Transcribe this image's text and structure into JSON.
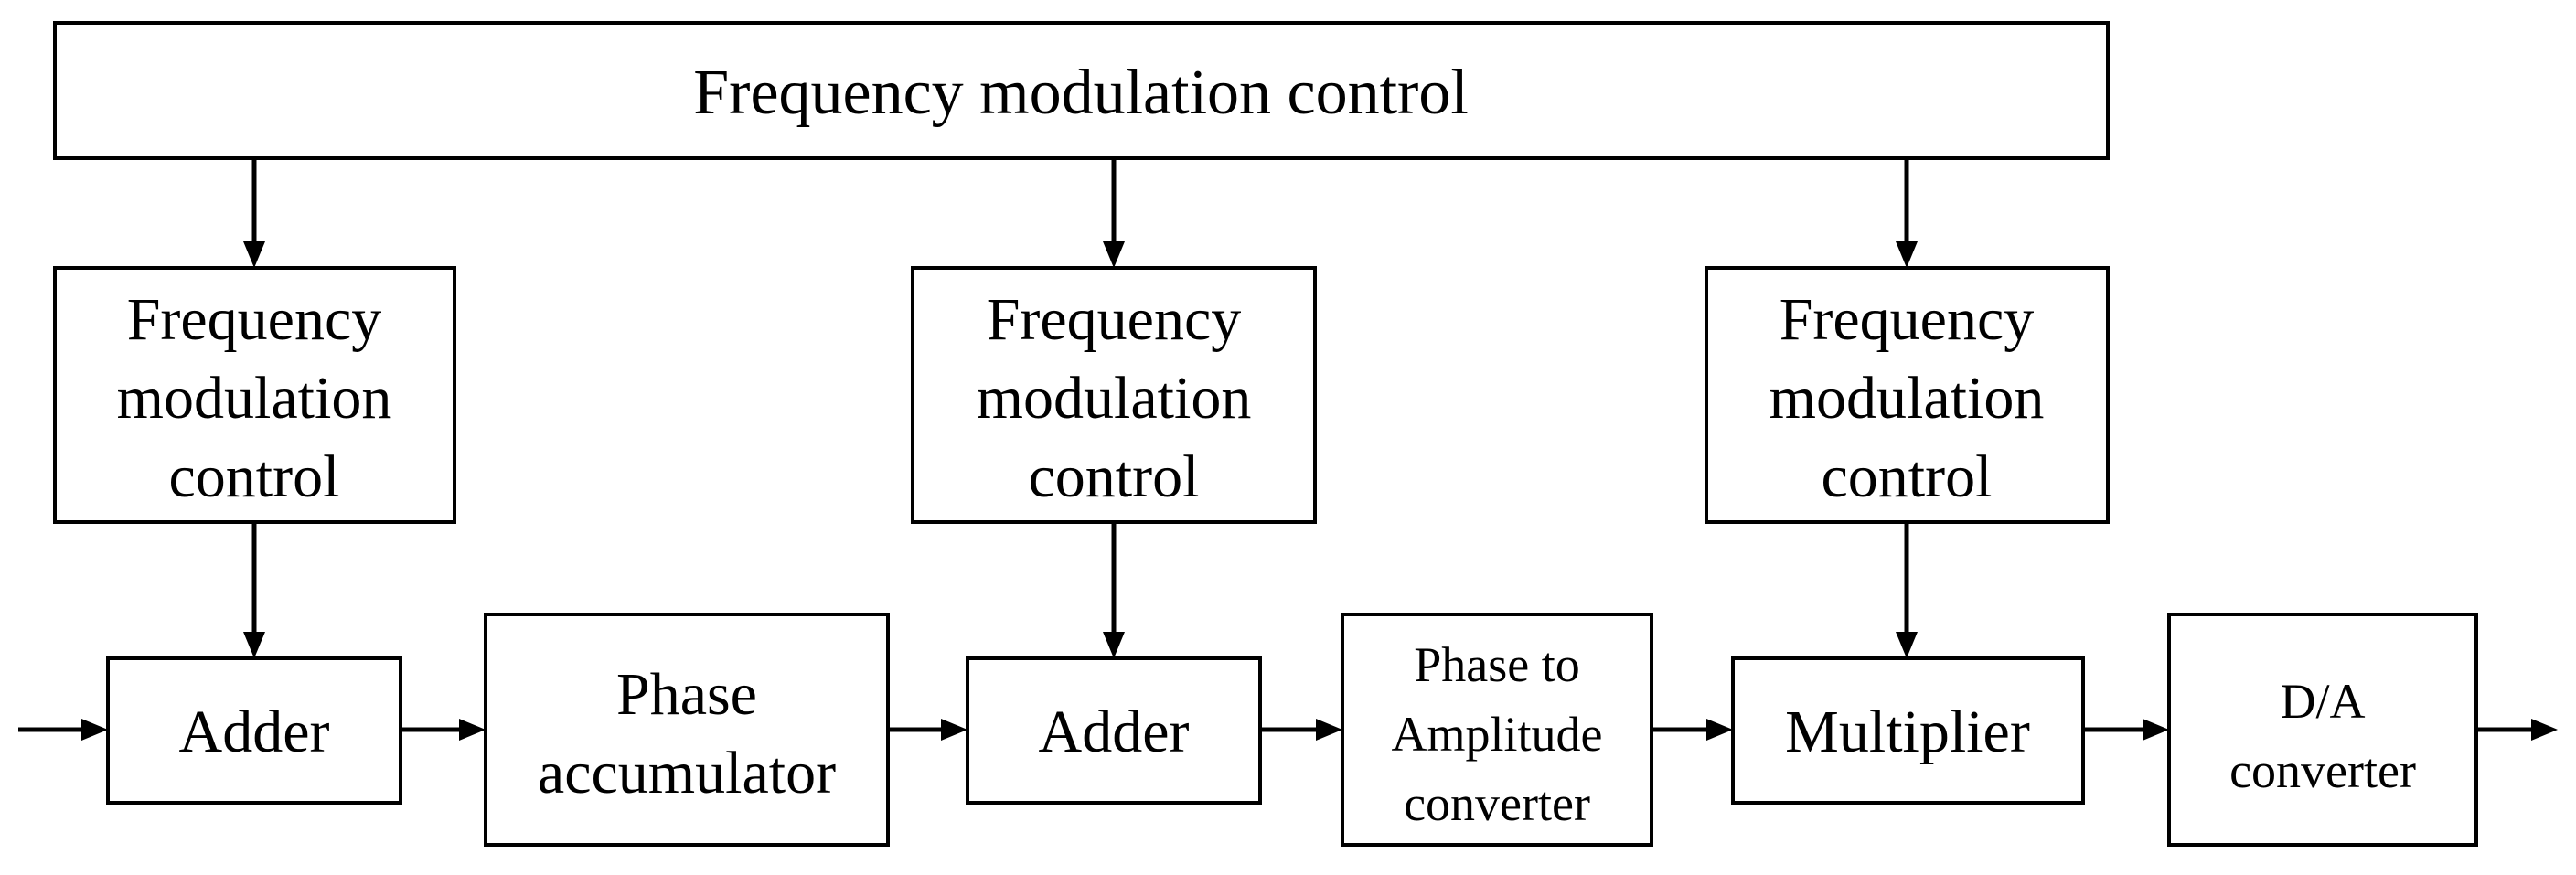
{
  "diagram": {
    "top_control": {
      "label": "Frequency modulation control"
    },
    "control_boxes": [
      {
        "lines": [
          "Frequency",
          "modulation",
          "control"
        ]
      },
      {
        "lines": [
          "Frequency",
          "modulation",
          "control"
        ]
      },
      {
        "lines": [
          "Frequency",
          "modulation",
          "control"
        ]
      }
    ],
    "chain": [
      {
        "lines": [
          "Adder"
        ]
      },
      {
        "lines": [
          "Phase",
          "accumulator"
        ]
      },
      {
        "lines": [
          "Adder"
        ]
      },
      {
        "lines": [
          "Phase to",
          "Amplitude",
          "converter"
        ]
      },
      {
        "lines": [
          "Multiplier"
        ]
      },
      {
        "lines": [
          "D/A",
          "converter"
        ]
      }
    ]
  }
}
